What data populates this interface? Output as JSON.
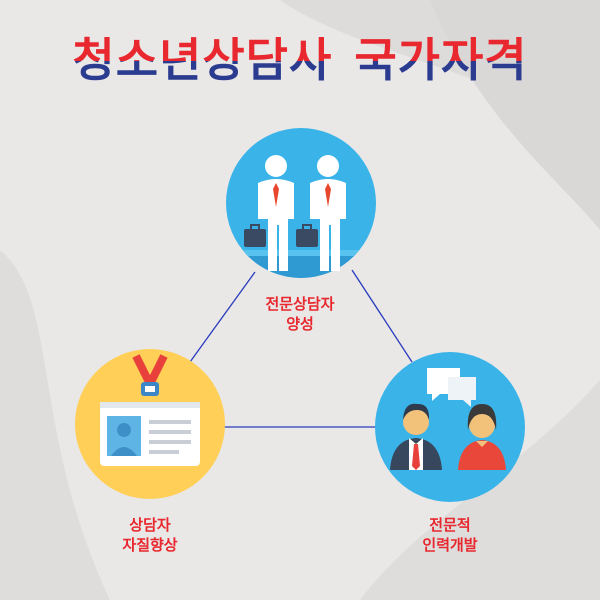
{
  "title": {
    "part1": "청소년상담사",
    "part2": "국가자격"
  },
  "nodes": [
    {
      "id": "top",
      "line1": "전문상담자",
      "line2": "양성",
      "icon": "businessmen-with-briefcases-icon"
    },
    {
      "id": "left",
      "line1": "상담자",
      "line2": "자질향상",
      "icon": "id-badge-icon"
    },
    {
      "id": "right",
      "line1": "전문적",
      "line2": "인력개발",
      "icon": "counselor-conversation-icon"
    }
  ],
  "colors": {
    "title_red": "#e8272e",
    "title_blue": "#2b3b8f",
    "label_red": "#e8272e",
    "edge_blue": "#2a3bbd",
    "circle_blue": "#3ab3e8",
    "circle_yellow": "#ffcf57",
    "background": "#e9e8e7"
  }
}
